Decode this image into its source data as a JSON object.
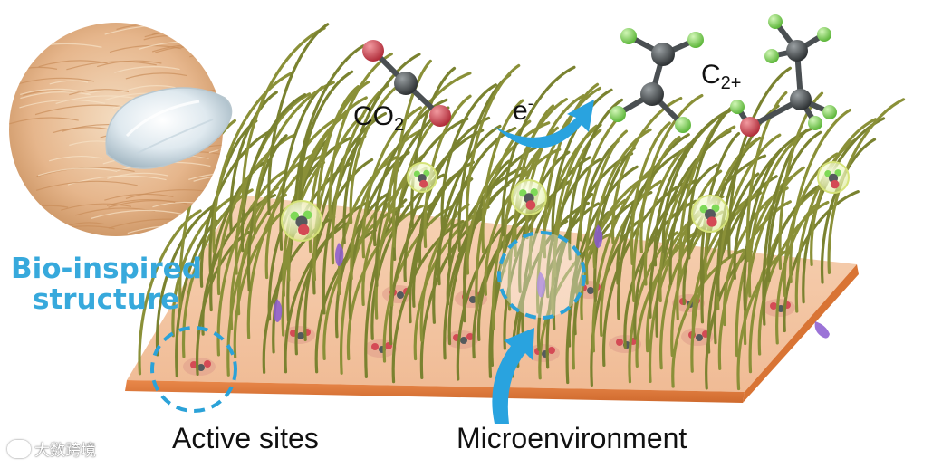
{
  "labels": {
    "bio_line1": "Bio-inspired",
    "bio_line2": "structure",
    "active_sites": "Active sites",
    "microenvironment": "Microenvironment",
    "co2_main": "CO",
    "co2_sub": "2",
    "electron_main": "e",
    "electron_sup": "-",
    "c2_main": "C",
    "c2_sub": "2+"
  },
  "watermark": {
    "text": "大数跨境"
  },
  "colors": {
    "accent_blue": "#37a9dc",
    "arrow_blue": "#29a3df",
    "hair_green": "#8a9038",
    "substrate_top": "#f3c7a4",
    "substrate_edge": "#e07a3c",
    "oxygen_red": "#d44a55",
    "carbon_gray": "#555a5d",
    "hydrogen_green": "#7ed957",
    "molecule_purple": "#8a5bd0"
  },
  "icons": [
    "fur-droplet-photo",
    "co2-molecule",
    "ethylene-molecule",
    "ethanol-molecule",
    "reaction-arrow",
    "zoom-arrow",
    "dashed-circle",
    "molecule-bubble",
    "hair-array",
    "substrate-plate"
  ]
}
